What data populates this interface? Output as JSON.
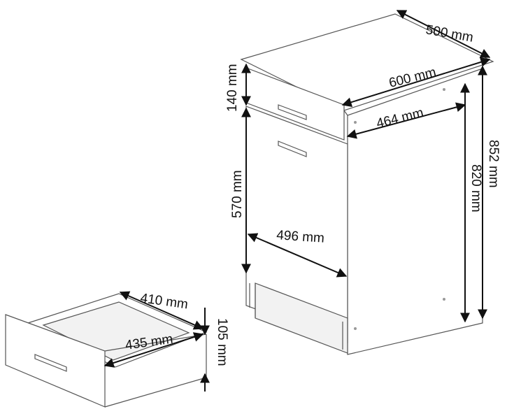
{
  "dimensions": {
    "depth": "500 mm",
    "width": "600 mm",
    "drawer_height": "140 mm",
    "inner_width": "464 mm",
    "total_height": "852 mm",
    "body_height": "820 mm",
    "door_height": "570 mm",
    "door_width": "496 mm",
    "drawer_inner_depth": "410 mm",
    "drawer_inner_width": "435 mm",
    "drawer_inner_height": "105 mm"
  }
}
